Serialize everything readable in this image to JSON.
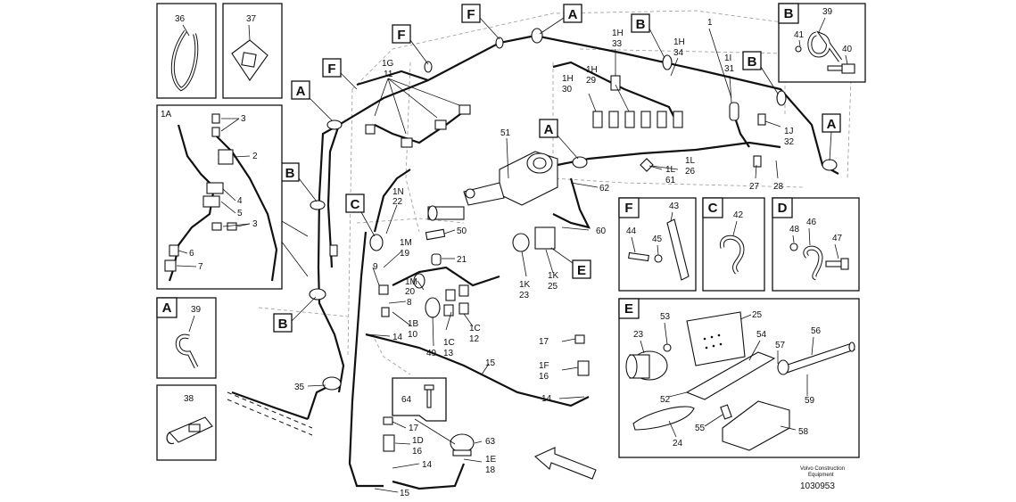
{
  "figure_number": "1030953",
  "manufacturer_note": [
    "Volvo Construction",
    "Equipment"
  ],
  "callouts": {
    "c1": "1",
    "c1a": "1A",
    "c1g": "1G",
    "c11": "11",
    "c1h33a": "1H",
    "c33": "33",
    "c1h34a": "1H",
    "c34": "34",
    "c1h30a": "1H",
    "c30": "30",
    "c1h29a": "1H",
    "c29": "29",
    "c1i": "1I",
    "c31": "31",
    "c1j": "1J",
    "c32": "32",
    "c1l26a": "1L",
    "c26": "26",
    "c1l61a": "1L",
    "c61": "61",
    "c27": "27",
    "c28": "28",
    "c51": "51",
    "c62": "62",
    "c60": "60",
    "c1n": "1N",
    "c22": "22",
    "c50": "50",
    "c21": "21",
    "c1m19a": "1M",
    "c19": "19",
    "c1m20a": "1M",
    "c20": "20",
    "c9": "9",
    "c8": "8",
    "c1b": "1B",
    "c10": "10",
    "c14a": "14",
    "c49": "49",
    "c1c13a": "1C",
    "c13": "13",
    "c1c12a": "1C",
    "c12": "12",
    "c1k23a": "1K",
    "c23": "23",
    "c1k25a": "1K",
    "c25": "25",
    "c15a": "15",
    "c17a": "17",
    "c1f": "1F",
    "c16a": "16",
    "c14b": "14",
    "c35": "35",
    "c64": "64",
    "c17b": "17",
    "c1d": "1D",
    "c16b": "16",
    "c14c": "14",
    "c63": "63",
    "c1e": "1E",
    "c18": "18",
    "c15b": "15",
    "c36": "36",
    "c37": "37",
    "c38": "38"
  },
  "detail_1a": {
    "title": "1A",
    "labels": [
      "3",
      "2",
      "4",
      "5",
      "3",
      "6",
      "7"
    ]
  },
  "detail_a": {
    "title": "A",
    "labels": [
      "39"
    ]
  },
  "detail_b": {
    "title": "B",
    "labels": [
      "39",
      "41",
      "40"
    ]
  },
  "detail_f": {
    "title": "F",
    "labels": [
      "43",
      "44",
      "45"
    ]
  },
  "detail_c": {
    "title": "C",
    "labels": [
      "42"
    ]
  },
  "detail_d": {
    "title": "D",
    "labels": [
      "46",
      "48",
      "47"
    ]
  },
  "detail_e": {
    "title": "E",
    "labels": [
      "53",
      "25",
      "23",
      "54",
      "57",
      "56",
      "59",
      "52",
      "24",
      "55",
      "58"
    ]
  },
  "markers": {
    "a1": "A",
    "a2": "A",
    "a3": "A",
    "a4": "A",
    "b1": "B",
    "b2": "B",
    "b3": "B",
    "b4": "B",
    "f1": "F",
    "f2": "F",
    "f3": "F",
    "c1": "C",
    "e1": "E"
  }
}
